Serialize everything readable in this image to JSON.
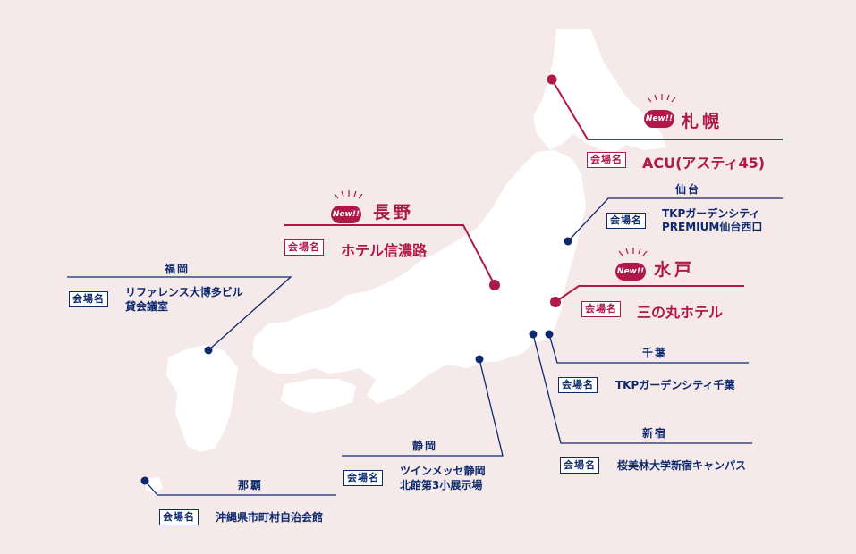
{
  "colors": {
    "navy": "#0d2a6e",
    "crimson": "#b0184a",
    "land": "#ffffff",
    "sea": "#f5e9e9"
  },
  "new_badge": "New!!",
  "venue_label": "会場名",
  "highlights": {
    "sapporo": {
      "city": "札幌",
      "venue": "ACU(アスティ45)"
    },
    "nagano": {
      "city": "長野",
      "venue": "ホテル信濃路"
    },
    "mito": {
      "city": "水戸",
      "venue": "三の丸ホテル"
    }
  },
  "locations": {
    "sendai": {
      "city": "仙台",
      "venue_line1": "TKPガーデンシティ",
      "venue_line2": "PREMIUM仙台西口"
    },
    "fukuoka": {
      "city": "福岡",
      "venue_line1": "リファレンス大博多ビル",
      "venue_line2": "貸会議室"
    },
    "chiba": {
      "city": "千葉",
      "venue_line1": "TKPガーデンシティ千葉"
    },
    "shinjuku": {
      "city": "新宿",
      "venue_line1": "桜美林大学新宿キャンパス"
    },
    "shizuoka": {
      "city": "静岡",
      "venue_line1": "ツインメッセ静岡",
      "venue_line2": "北館第3小展示場"
    },
    "naha": {
      "city": "那覇",
      "venue_line1": "沖縄県市町村自治会館"
    }
  }
}
